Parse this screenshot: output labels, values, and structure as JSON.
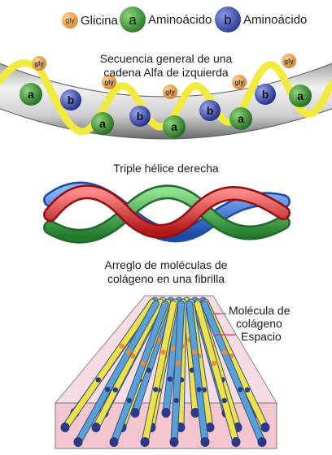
{
  "legend": {
    "gly_tag": "gly",
    "gly_label": "Glicina",
    "a_tag": "a",
    "a_label": "Aminoácido",
    "b_tag": "b",
    "b_label": "Aminoácido"
  },
  "section1": {
    "title_line1": "Secuencia general de una",
    "title_line2": "cadena Alfa de izquierda"
  },
  "section2": {
    "title": "Triple hélice derecha"
  },
  "section3": {
    "title_line1": "Arreglo de moléculas de",
    "title_line2": "colágeno en una fibrilla",
    "label_molecule_line1": "Molécula de",
    "label_molecule_line2": "colágeno",
    "label_space": "Espacio"
  },
  "colors": {
    "glycine": "#f0a04a",
    "amino_a": "#3d9a3a",
    "amino_b": "#3a4aa8",
    "helix_yellow": "#f2ea3c",
    "helix_red": "#e02a2a",
    "helix_green": "#3aa84a",
    "helix_blue": "#2a6ad8",
    "fibril_box": "#f4c6d0",
    "callout_line": "#e03070"
  }
}
